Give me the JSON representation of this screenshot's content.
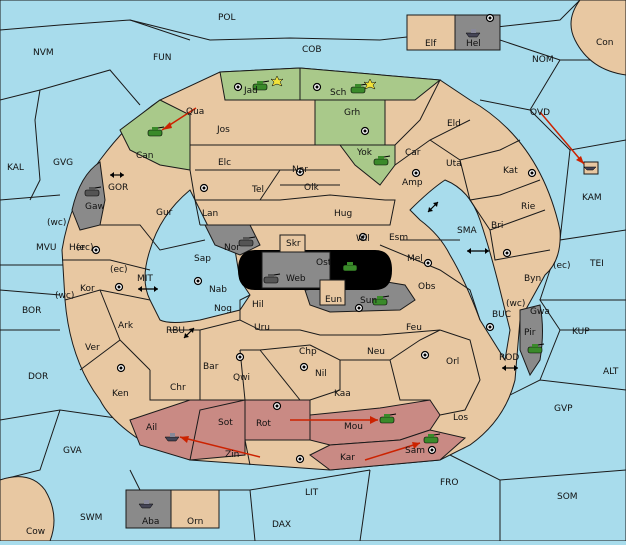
{
  "colors": {
    "sea": "#a8dcec",
    "land": "#e8c8a2",
    "power_green": "#a9c98a",
    "power_gray": "#8a8a8a",
    "power_red": "#c98a84",
    "arrow": "#cc2200"
  },
  "sea_labels": [
    "POL",
    "NVM",
    "FUN",
    "COB",
    "NOM",
    "Con",
    "OVD",
    "KAL",
    "GVG",
    "GOR",
    "MVU",
    "(wc)",
    "BOR",
    "MIT",
    "RBU",
    "DOR",
    "GVA",
    "SWM",
    "Cow",
    "LIT",
    "DAX",
    "FRO",
    "SOM",
    "GVP",
    "ALT",
    "KUP",
    "ROD",
    "BUC",
    "TEI",
    "SMA",
    "KAM",
    "(wc)",
    "(ec)",
    "(ec)",
    "(wc)",
    "(ec)"
  ],
  "land_labels": [
    "Elf",
    "Hel",
    "Jad",
    "Sch",
    "Qua",
    "Jos",
    "Grh",
    "Can",
    "Elc",
    "Nar",
    "Yok",
    "Car",
    "Eld",
    "Uta",
    "Amp",
    "Kat",
    "Tel",
    "Olk",
    "Gaw",
    "Gur",
    "Lan",
    "Hug",
    "Rie",
    "Bri",
    "Her",
    "Wil",
    "Esm",
    "Nor",
    "Skr",
    "Ost",
    "Mel",
    "Sap",
    "Web",
    "Byn",
    "Kor",
    "Nab",
    "Eun",
    "Obs",
    "Gwa",
    "Sun",
    "Hil",
    "Nog",
    "Ark",
    "Uru",
    "Feu",
    "Pir",
    "Ver",
    "Chp",
    "Neu",
    "Bar",
    "Qwi",
    "Nil",
    "Orl",
    "Ken",
    "Chr",
    "Kaa",
    "Los",
    "Rot",
    "Mou",
    "Ail",
    "Sot",
    "Zin",
    "Kar",
    "Sam",
    "Aba",
    "Orn"
  ],
  "icons": [
    "tank-icon",
    "ship-icon",
    "supply-center-icon",
    "explosion-icon",
    "move-arrow-icon",
    "double-arrow-icon"
  ]
}
